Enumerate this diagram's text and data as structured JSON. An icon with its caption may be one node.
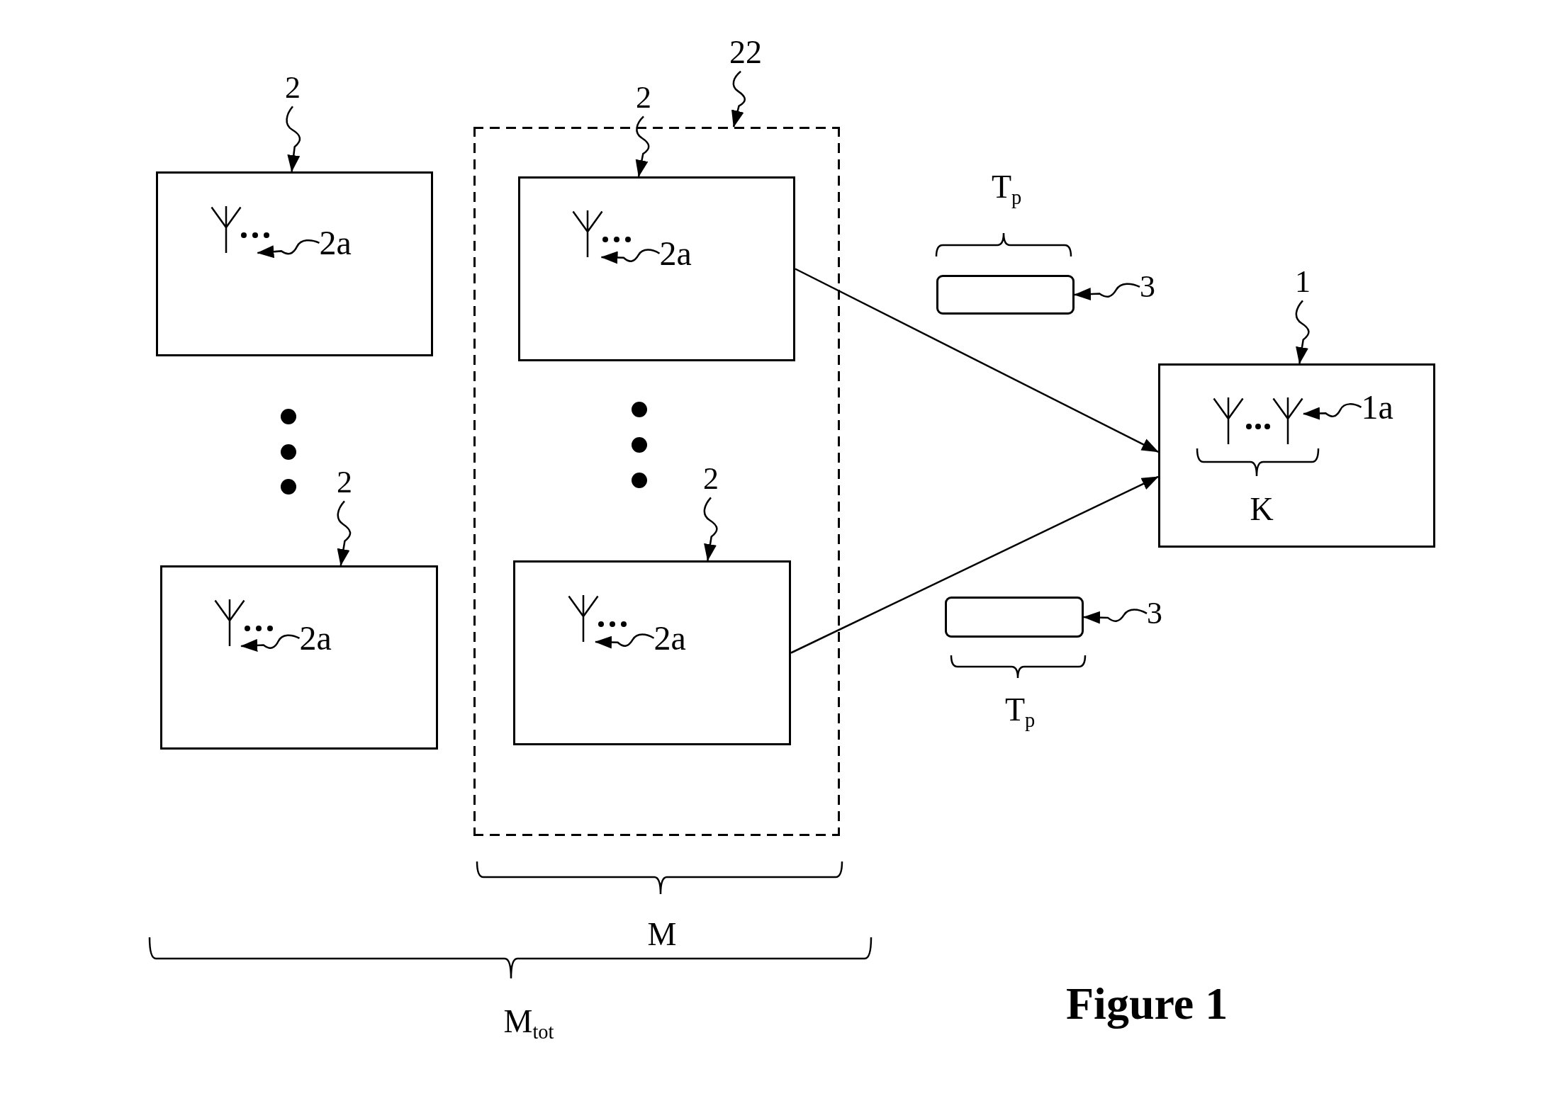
{
  "diagram": {
    "caption": "Figure 1",
    "nodes": [
      {
        "text": [
          "2"
        ]
      },
      {
        "text": [],
        "shape": "box"
      },
      {
        "text": [],
        "shape": "antenna",
        "in": 1
      },
      {
        "text": [
          "2a"
        ],
        "in": 1
      },
      {
        "text": [
          "22"
        ]
      },
      {
        "text": [],
        "shape": "box"
      },
      {
        "text": [
          "2"
        ]
      },
      {
        "text": [],
        "shape": "box",
        "in": 5
      },
      {
        "text": [],
        "shape": "antenna",
        "in": 7
      },
      {
        "text": [
          "2a"
        ],
        "in": 7
      },
      {
        "text": [],
        "shape": "box",
        "beside": [
          "T$_{p}$"
        ]
      },
      {
        "text": [
          "3"
        ]
      },
      {
        "text": [
          "1"
        ]
      },
      {
        "text": [],
        "shape": "box"
      },
      {
        "text": [],
        "shape": "antenna",
        "in": 13
      },
      {
        "text": [
          "1a"
        ],
        "in": 13
      },
      {
        "text": [
          "2"
        ]
      },
      {
        "text": [],
        "shape": "box"
      },
      {
        "text": [],
        "shape": "antenna",
        "in": 17
      },
      {
        "text": [
          "2a"
        ],
        "in": 17
      },
      {
        "text": [
          "2"
        ],
        "in": 5
      },
      {
        "text": [],
        "shape": "box",
        "in": 5
      },
      {
        "text": [],
        "shape": "antenna",
        "in": 21
      },
      {
        "text": [
          "2a"
        ],
        "in": 21
      },
      {
        "text": [],
        "shape": "box",
        "beside": [
          "T$_{p}$"
        ]
      },
      {
        "text": [
          "3"
        ]
      }
    ],
    "edges": [
      {
        "from": 0,
        "to": 1,
        "arrow": "to"
      },
      {
        "from": 3,
        "to": 2,
        "arrow": "to"
      },
      {
        "from": 4,
        "to": 5,
        "arrow": "to"
      },
      {
        "from": 6,
        "to": 7,
        "arrow": "to"
      },
      {
        "from": 9,
        "to": 8,
        "arrow": "to"
      },
      {
        "from": 11,
        "to": 10,
        "arrow": "to"
      },
      {
        "from": 12,
        "to": 13,
        "arrow": "to"
      },
      {
        "from": 15,
        "to": 14,
        "arrow": "to"
      },
      {
        "from": 16,
        "to": 17,
        "arrow": "to"
      },
      {
        "from": 19,
        "to": 18,
        "arrow": "to"
      },
      {
        "from": 20,
        "to": 21,
        "arrow": "to"
      },
      {
        "from": 23,
        "to": 22,
        "arrow": "to"
      },
      {
        "from": 25,
        "to": 24,
        "arrow": "to"
      },
      {
        "from": 7,
        "to": 13,
        "arrow": "to"
      },
      {
        "from": 21,
        "to": 13,
        "arrow": "to"
      }
    ],
    "labels": [
      "K",
      "M",
      "M$_{tot}$"
    ]
  }
}
